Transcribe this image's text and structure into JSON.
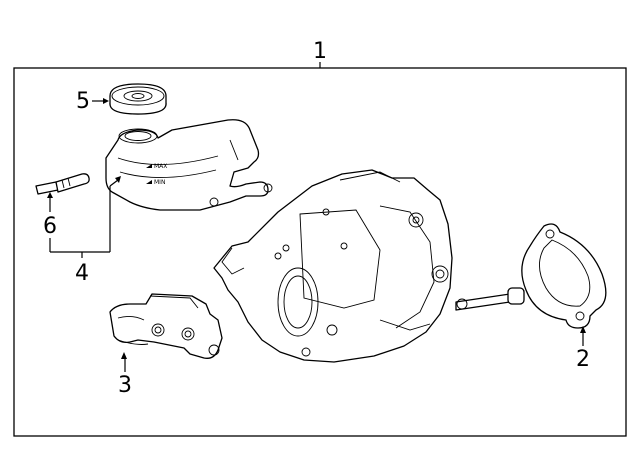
{
  "callouts": {
    "c1": "1",
    "c2": "2",
    "c3": "3",
    "c4": "4",
    "c5": "5",
    "c6": "6"
  },
  "reservoir_marks": {
    "max": "MAX",
    "min": "MIN"
  }
}
